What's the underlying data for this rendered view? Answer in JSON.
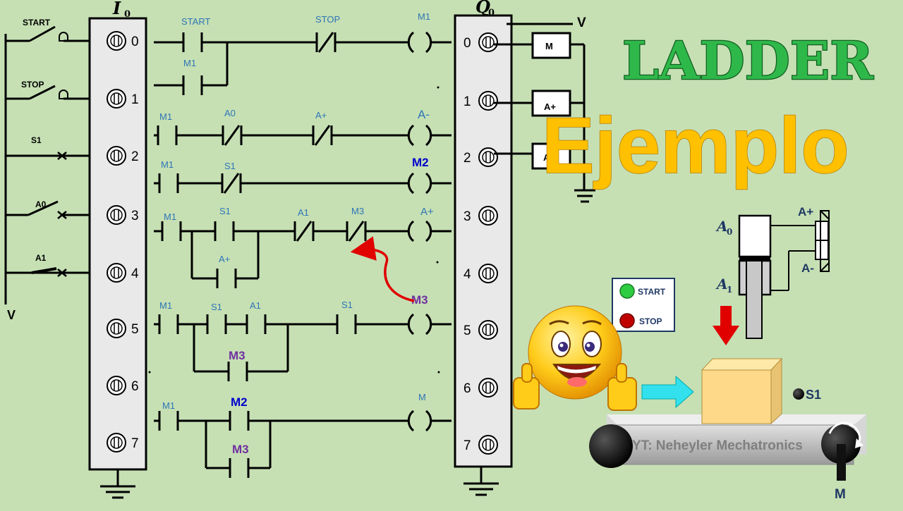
{
  "title": {
    "line1": "LADDER",
    "line2": "Ejemplo"
  },
  "input_module": {
    "label": "I",
    "subscript": "0",
    "terminals": [
      "0",
      "1",
      "2",
      "3",
      "4",
      "5",
      "6",
      "7"
    ]
  },
  "output_module": {
    "label": "Q",
    "subscript": "0",
    "terminals": [
      "0",
      "1",
      "2",
      "3",
      "4",
      "5",
      "6",
      "7"
    ]
  },
  "supply_label": "V",
  "inputs": {
    "start": "START",
    "stop": "STOP",
    "s1": "S1",
    "a0": "A0",
    "a1": "A1",
    "v": "V"
  },
  "outputs": {
    "m": "M",
    "a_plus": "A+",
    "a_minus": "A-"
  },
  "rungs": {
    "r1": {
      "c1": "START",
      "c2": "M1",
      "c3": "STOP",
      "coil": "M1"
    },
    "r2": {
      "c1": "M1",
      "c2": "A0",
      "c3": "A+",
      "coil": "A-"
    },
    "r3": {
      "c1": "M1",
      "c2": "S1",
      "coil": "M2"
    },
    "r4": {
      "c1": "M1",
      "c2": "S1",
      "c3": "A1",
      "c4": "M3",
      "c5": "A+",
      "coil": "A+"
    },
    "r5": {
      "c1": "M1",
      "c2": "S1",
      "c3": "A1",
      "c4": "S1",
      "c5": "M3",
      "coil": "M3"
    },
    "r6": {
      "c1": "M1",
      "c2": "M2",
      "c3": "M3",
      "coil": "M"
    }
  },
  "panel": {
    "start": "START",
    "stop": "STOP"
  },
  "cylinder": {
    "a0": "A",
    "a0_sub": "0",
    "a1": "A",
    "a1_sub": "1",
    "a_plus": "A+",
    "a_minus": "A-"
  },
  "sensor": "S1",
  "motor": "M",
  "credit": "YT: Neheyler Mechatronics",
  "colors": {
    "background": "#c6e0b4",
    "label_blue": "#2e75b6",
    "m2_blue": "#0000cc",
    "m3_purple": "#7030a0",
    "title_green": "#2fb84a",
    "title_gold": "#ffc000"
  }
}
